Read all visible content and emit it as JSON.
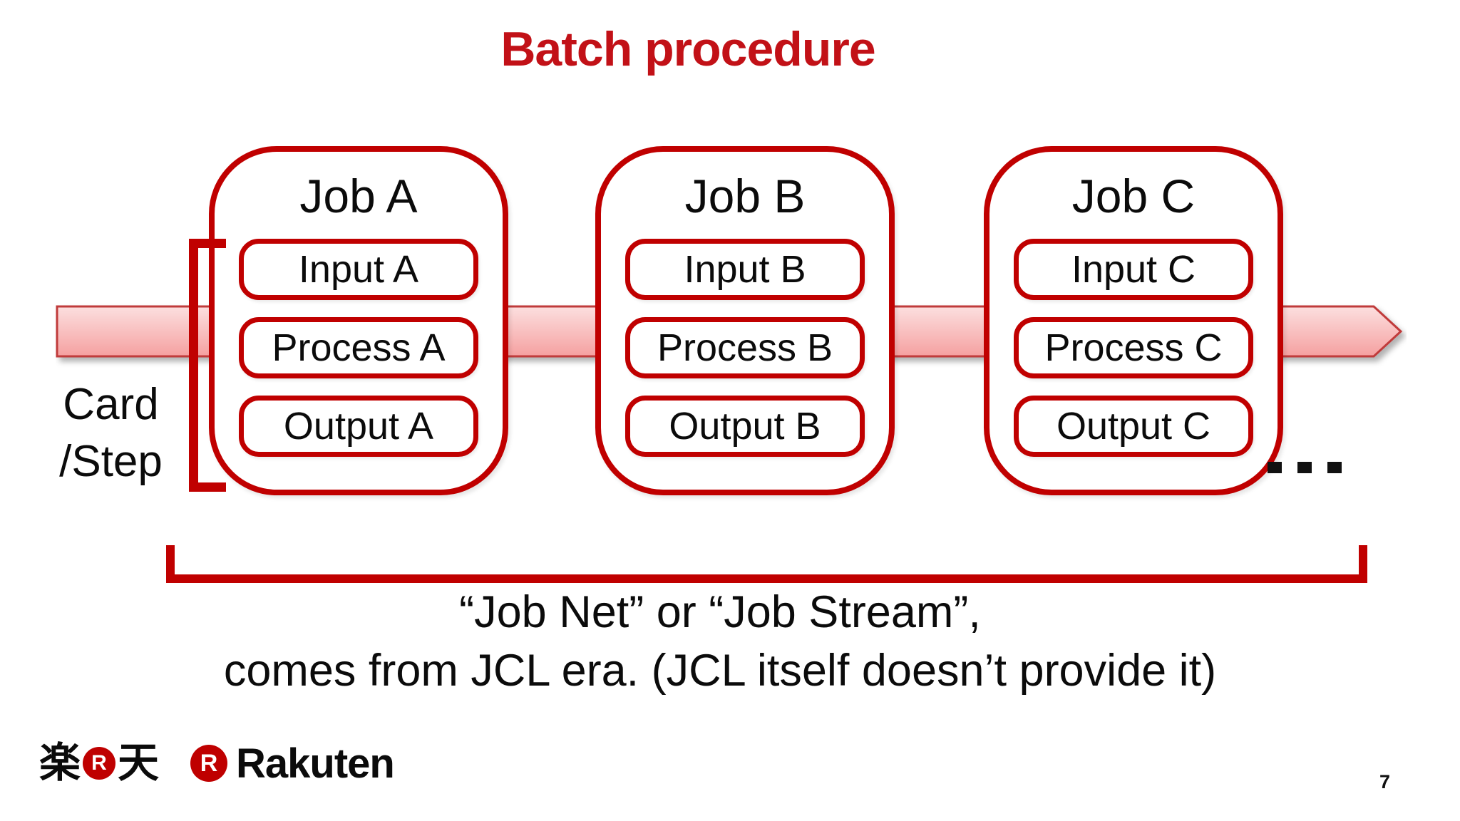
{
  "slide": {
    "title": "Batch procedure",
    "page_number": "7"
  },
  "jobs": [
    {
      "label": "Job A",
      "steps": [
        "Input A",
        "Process A",
        "Output A"
      ]
    },
    {
      "label": "Job B",
      "steps": [
        "Input B",
        "Process B",
        "Output B"
      ]
    },
    {
      "label": "Job C",
      "steps": [
        "Input C",
        "Process C",
        "Output C"
      ]
    }
  ],
  "annotations": {
    "card_step_line1": "Card",
    "card_step_line2": "/Step",
    "ellipsis": "...",
    "caption_line1": "“Job Net” or “Job Stream”,",
    "caption_line2": "comes from JCL era. (JCL itself doesn’t provide it)"
  },
  "footer": {
    "logo_kanji_left": "楽",
    "logo_kanji_right": "天",
    "logo_r_monogram": "R",
    "logo_wordmark": "Rakuten"
  },
  "colors": {
    "title_red": "#C21117",
    "line_red": "#C00000",
    "rakuten_red": "#BF0000",
    "arrow_band_light": "#FCDFDF",
    "arrow_band_dark": "#F5A0A0",
    "text_black": "#0b0b0b"
  }
}
